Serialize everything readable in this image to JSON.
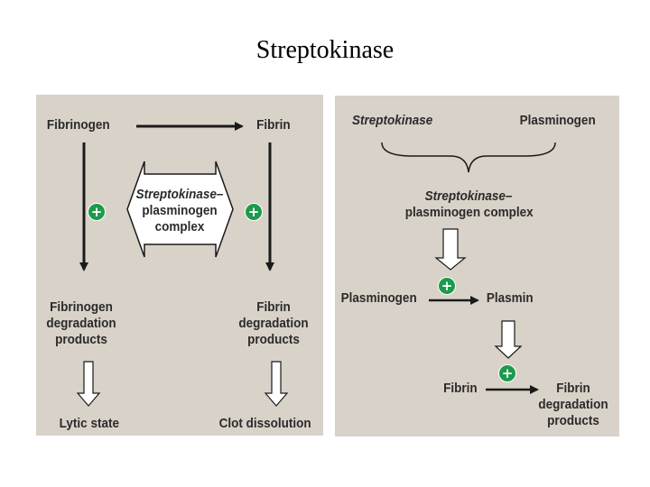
{
  "title": "Streptokinase",
  "left_panel": {
    "fibrinogen": "Fibrinogen",
    "fibrin": "Fibrin",
    "complex_line1": "Streptokinase–",
    "complex_line2": "plasminogen",
    "complex_line3": "complex",
    "fdp_line1": "Fibrinogen",
    "fdp_line2": "degradation",
    "fdp_line3": "products",
    "fibrin_dp_line1": "Fibrin",
    "fibrin_dp_line2": "degradation",
    "fibrin_dp_line3": "products",
    "lytic_state": "Lytic state",
    "clot_dissolution": "Clot dissolution",
    "plus_symbol": "+"
  },
  "right_panel": {
    "streptokinase": "Streptokinase",
    "plasminogen_top": "Plasminogen",
    "complex_line1": "Streptokinase–",
    "complex_line2": "plasminogen complex",
    "plasminogen_mid": "Plasminogen",
    "plasmin": "Plasmin",
    "fibrin": "Fibrin",
    "fibrin_dp_line1": "Fibrin",
    "fibrin_dp_line2": "degradation",
    "fibrin_dp_line3": "products",
    "plus_symbol": "+"
  },
  "colors": {
    "panel_bg": "#d9d2c8",
    "text": "#2b2b2b",
    "plus_badge": "#1d9a4b",
    "arrow": "#1a1a1a",
    "block_arrow_fill": "#ffffff"
  }
}
